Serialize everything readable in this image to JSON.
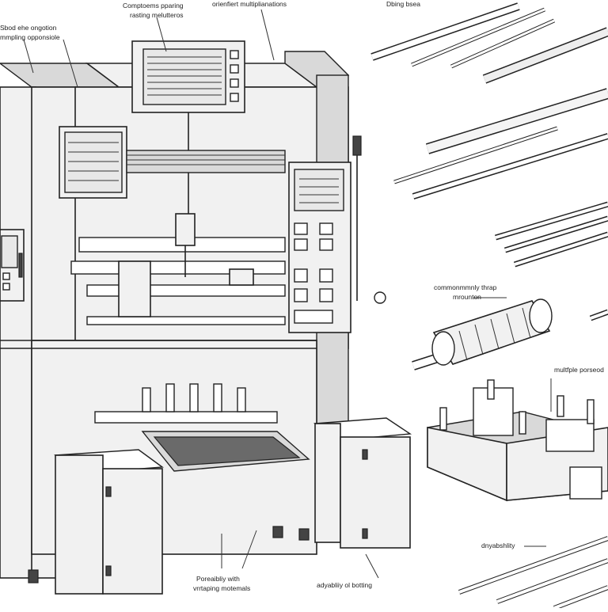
{
  "labels": {
    "top_left": [
      "Sbod ehe ongotion",
      "mmpling opponsiole"
    ],
    "top_center": [
      "Comptoems pparing",
      "rasting melutteros"
    ],
    "top_center_right": "orienfiert multiplianations",
    "top_right": "Dbing bsea",
    "middle_right": [
      "commonmmnly thrap",
      "mrounton"
    ],
    "right_parts": "multfple porseod",
    "bottom_center": [
      "Poreaibliy with",
      "vrrtaping motemals"
    ],
    "bottom_center_right": "adyabliiy ol botting",
    "bottom_right": "dnyabshlity"
  },
  "icons": [
    "panel-screen-icon",
    "control-button-icon",
    "rod-icon",
    "roller-icon",
    "arrow-icon"
  ]
}
